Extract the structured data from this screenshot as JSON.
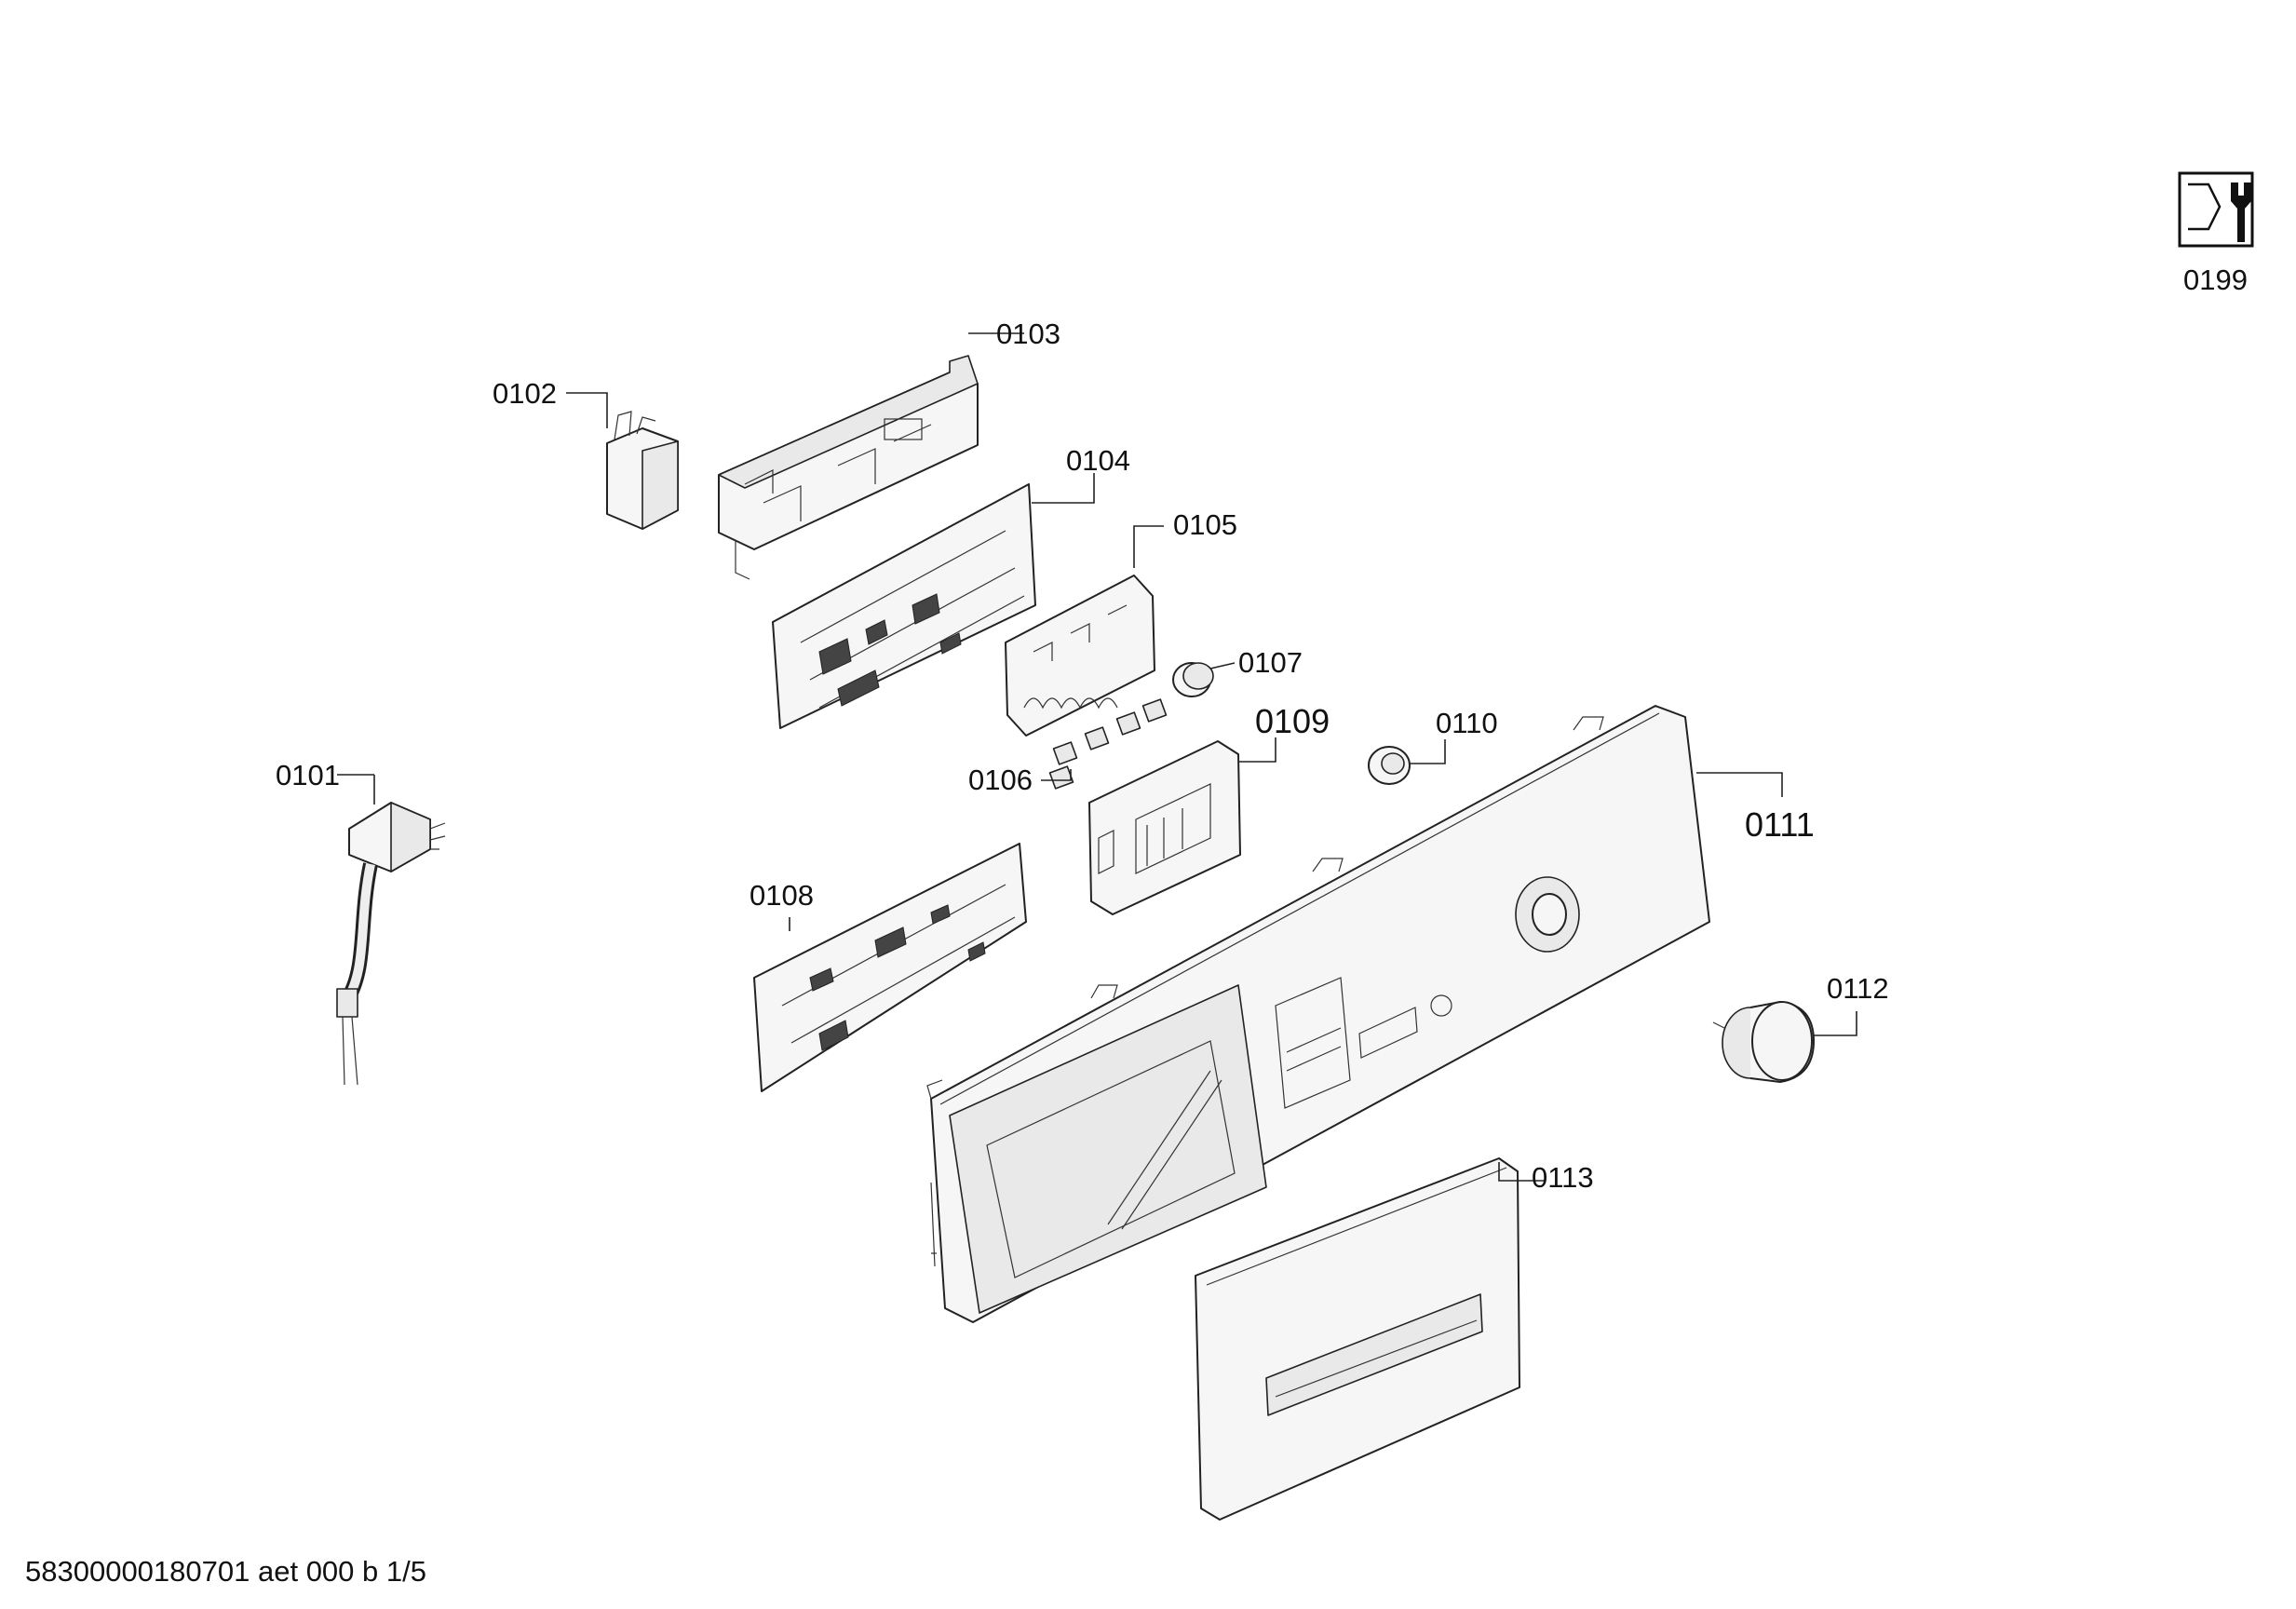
{
  "parts": [
    {
      "id": "0101"
    },
    {
      "id": "0102"
    },
    {
      "id": "0103"
    },
    {
      "id": "0104"
    },
    {
      "id": "0105"
    },
    {
      "id": "0106"
    },
    {
      "id": "0107"
    },
    {
      "id": "0108"
    },
    {
      "id": "0109"
    },
    {
      "id": "0110"
    },
    {
      "id": "0111"
    },
    {
      "id": "0112"
    },
    {
      "id": "0113"
    },
    {
      "id": "0199"
    }
  ],
  "footer": {
    "text": "58300000180701 aet 000 b 1/5"
  }
}
